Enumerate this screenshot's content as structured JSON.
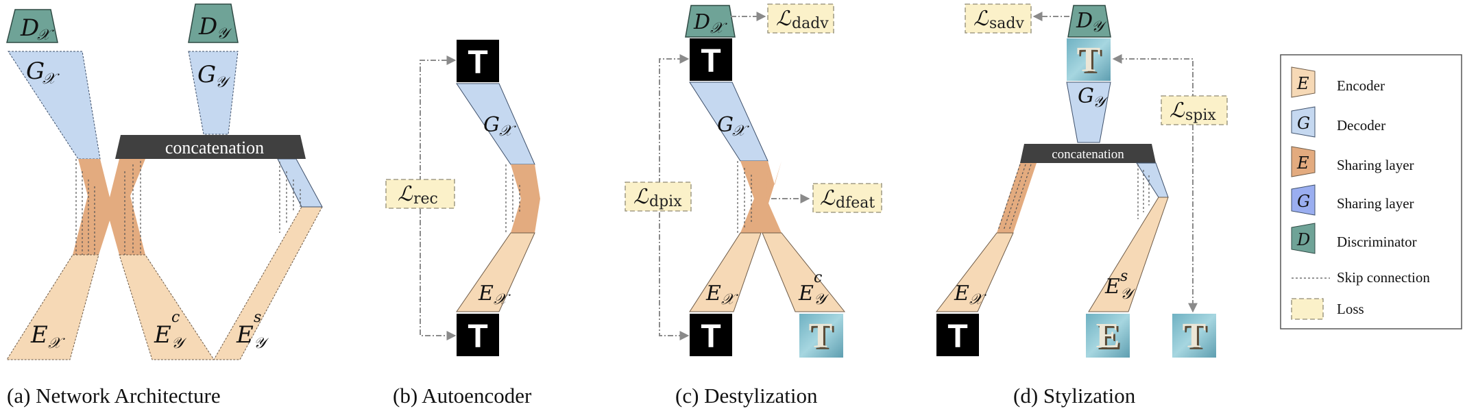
{
  "colors": {
    "encoder": "#f6d9b6",
    "decoder": "#c5d8f0",
    "sharing_encoder": "#e3ab7f",
    "sharing_decoder": "#9aaef0",
    "discriminator": "#6fa397",
    "loss": "#fbf1c9",
    "concat_bar": "#404040"
  },
  "panel_a": {
    "d_x": "D",
    "d_x_sub": "𝒳",
    "d_y": "D",
    "d_y_sub": "𝒴",
    "g_x": "G",
    "g_x_sub": "𝒳",
    "g_y": "G",
    "g_y_sub": "𝒴",
    "concat": "concatenation",
    "e_x": "E",
    "e_x_sub": "𝒳",
    "e_yc": "E",
    "e_yc_sub": "𝒴",
    "e_yc_sup": "c",
    "e_ys": "E",
    "e_ys_sub": "𝒴",
    "e_ys_sup": "s",
    "caption": "(a) Network Architecture"
  },
  "panel_b": {
    "glyph_top": "T",
    "glyph_bottom": "T",
    "g_x": "G",
    "g_x_sub": "𝒳",
    "e_x": "E",
    "e_x_sub": "𝒳",
    "loss_rec": "ℒ",
    "loss_rec_sub": "rec",
    "caption": "(b) Autoencoder"
  },
  "panel_c": {
    "d_x": "D",
    "d_x_sub": "𝒳",
    "loss_dadv": "ℒ",
    "loss_dadv_sub": "dadv",
    "glyph_top": "T",
    "g_x": "G",
    "g_x_sub": "𝒳",
    "loss_dpix": "ℒ",
    "loss_dpix_sub": "dpix",
    "loss_dfeat": "ℒ",
    "loss_dfeat_sub": "dfeat",
    "e_x": "E",
    "e_x_sub": "𝒳",
    "e_yc": "E",
    "e_yc_sub": "𝒴",
    "e_yc_sup": "c",
    "glyph_bottom_left": "T",
    "glyph_bottom_right": "T",
    "caption": "(c) Destylization"
  },
  "panel_d": {
    "loss_sadv": "ℒ",
    "loss_sadv_sub": "sadv",
    "d_y": "D",
    "d_y_sub": "𝒴",
    "glyph_top": "T",
    "g_y": "G",
    "g_y_sub": "𝒴",
    "loss_spix": "ℒ",
    "loss_spix_sub": "spix",
    "concat": "concatenation",
    "e_x": "E",
    "e_x_sub": "𝒳",
    "e_ys": "E",
    "e_ys_sub": "𝒴",
    "e_ys_sup": "s",
    "glyph_bottom_left": "T",
    "glyph_bottom_mid": "E",
    "glyph_bottom_right": "T",
    "caption": "(d) Stylization"
  },
  "legend": {
    "items": [
      {
        "symbol": "E",
        "label": "Encoder"
      },
      {
        "symbol": "G",
        "label": "Decoder"
      },
      {
        "symbol": "E",
        "label": "Sharing layer"
      },
      {
        "symbol": "G",
        "label": "Sharing layer"
      },
      {
        "symbol": "D",
        "label": "Discriminator"
      },
      {
        "symbol": "",
        "label": "Skip connection"
      },
      {
        "symbol": "",
        "label": "Loss"
      }
    ]
  }
}
